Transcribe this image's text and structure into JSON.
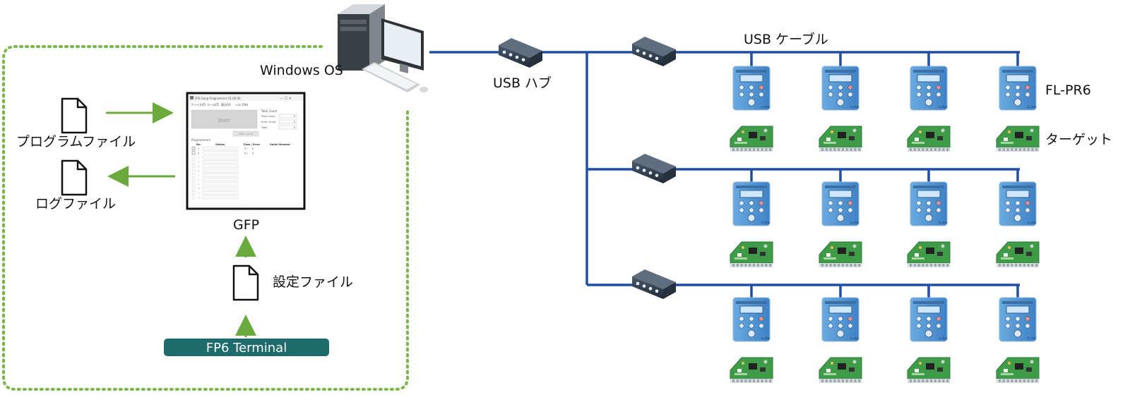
{
  "labels": {
    "pc": "Windows OS",
    "usb_hub": "USB ハブ",
    "usb_cable": "USB ケーブル",
    "programmer": "FL-PR6",
    "target": "ターゲット",
    "program_file": "プログラムファイル",
    "log_file": "ログファイル",
    "gfp": "GFP",
    "settings_file": "設定ファイル",
    "terminal": "FP6 Terminal"
  },
  "gfp_window": {
    "title": "FP6 Gang Programmer V1.00.00",
    "menu": [
      "ファイル(F)",
      "ツール(T)",
      "表示(V)",
      "ヘルプ(H)"
    ],
    "start_button": "Start",
    "reset_button": "Clear Count",
    "total_count_heading": "Total Count",
    "count_rows": [
      {
        "label": "Pass Count",
        "value": "0"
      },
      {
        "label": "Error Count",
        "value": "0"
      },
      {
        "label": "Total",
        "value": "0"
      }
    ],
    "programmers_heading": "Programmers",
    "columns": [
      "No.",
      "Status",
      "Pass / Error",
      "Serial Number"
    ],
    "rows": [
      "1",
      "2",
      "3",
      "4",
      "5",
      "6",
      "7",
      "8",
      "9",
      "10",
      "11",
      "12"
    ],
    "pass_error_rows": [
      {
        "pass": "0 /",
        "error": "0"
      },
      {
        "pass": "0 /",
        "error": "0"
      }
    ]
  },
  "device_badge": "FL-PR6",
  "colors": {
    "usb_line": "#1f4ea3",
    "arrow": "#6aaa3c",
    "dotted_border": "#7ab648",
    "terminal_bg": "#1d6b6b",
    "programmer_body": "#5b9bd5",
    "board": "#3e9b48"
  },
  "layout": {
    "programmer_rows": 3,
    "programmer_cols": 4
  }
}
